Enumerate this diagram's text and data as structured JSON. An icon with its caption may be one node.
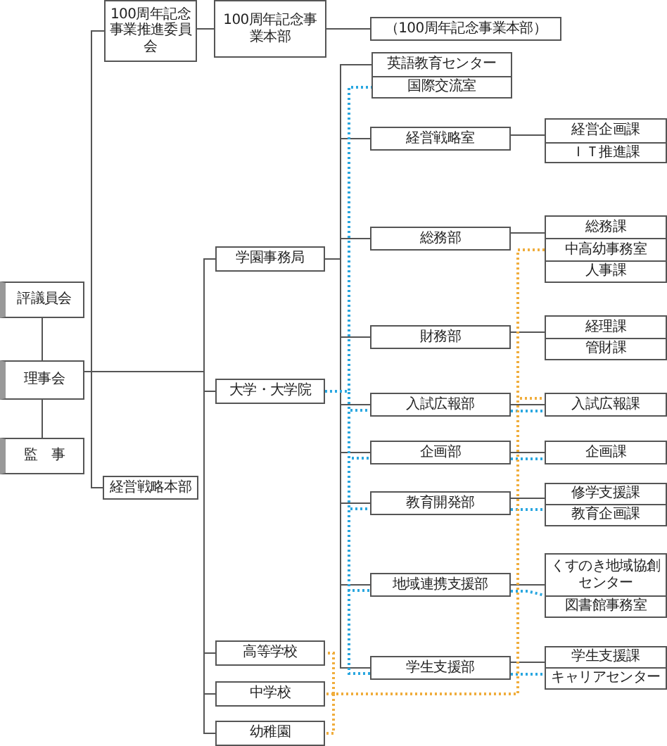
{
  "diagram": {
    "nodes": [
      {
        "text": [
          "評議員会"
        ]
      },
      {
        "text": [
          "理事会"
        ]
      },
      {
        "text": [
          "監　事"
        ]
      },
      {
        "text": [
          "100周年記念事業推進委員会"
        ]
      },
      {
        "text": [
          "100周年記念事業本部"
        ]
      },
      {
        "text": [
          "（100周年記念事業本部）"
        ]
      },
      {
        "text": [
          "経営戦略本部"
        ]
      },
      {
        "text": [
          "学園事務局"
        ]
      },
      {
        "text": [
          "大学・大学院"
        ]
      },
      {
        "text": [
          "高等学校"
        ]
      },
      {
        "text": [
          "中学校"
        ]
      },
      {
        "text": [
          "幼稚園"
        ]
      },
      {
        "text": [
          "英語教育センター"
        ]
      },
      {
        "text": [
          "国際交流室"
        ]
      },
      {
        "text": [
          "経営戦略室"
        ]
      },
      {
        "text": [
          "経営企画課"
        ]
      },
      {
        "text": [
          "ＩＴ推進課"
        ]
      },
      {
        "text": [
          "総務部"
        ]
      },
      {
        "text": [
          "総務課"
        ]
      },
      {
        "text": [
          "中高幼事務室"
        ]
      },
      {
        "text": [
          "人事課"
        ]
      },
      {
        "text": [
          "財務部"
        ]
      },
      {
        "text": [
          "経理課"
        ]
      },
      {
        "text": [
          "管財課"
        ]
      },
      {
        "text": [
          "入試広報部"
        ]
      },
      {
        "text": [
          "入試広報課"
        ]
      },
      {
        "text": [
          "企画部"
        ]
      },
      {
        "text": [
          "企画課"
        ]
      },
      {
        "text": [
          "教育開発部"
        ]
      },
      {
        "text": [
          "修学支援課"
        ]
      },
      {
        "text": [
          "教育企画課"
        ]
      },
      {
        "text": [
          "地域連携支援部"
        ]
      },
      {
        "text": [
          "くすのき地域協創センター"
        ]
      },
      {
        "text": [
          "図書館事務室"
        ]
      },
      {
        "text": [
          "学生支援部"
        ]
      },
      {
        "text": [
          "学生支援課"
        ]
      },
      {
        "text": [
          "キャリアセンター"
        ]
      }
    ],
    "edges": [
      {
        "from": 1,
        "to": 0,
        "arrow": "none"
      },
      {
        "from": 1,
        "to": 2,
        "arrow": "none"
      },
      {
        "from": 1,
        "to": 3,
        "arrow": "none"
      },
      {
        "from": 1,
        "to": 6,
        "arrow": "none"
      },
      {
        "from": 3,
        "to": 4,
        "arrow": "none"
      },
      {
        "from": 4,
        "to": 5,
        "arrow": "none"
      },
      {
        "from": 1,
        "to": 7,
        "arrow": "none"
      },
      {
        "from": 1,
        "to": 8,
        "arrow": "none"
      },
      {
        "from": 1,
        "to": 9,
        "arrow": "none"
      },
      {
        "from": 1,
        "to": 10,
        "arrow": "none"
      },
      {
        "from": 1,
        "to": 11,
        "arrow": "none"
      },
      {
        "from": 7,
        "to": 12,
        "arrow": "none"
      },
      {
        "from": 7,
        "to": 14,
        "arrow": "none"
      },
      {
        "from": 7,
        "to": 17,
        "arrow": "none"
      },
      {
        "from": 7,
        "to": 21,
        "arrow": "none"
      },
      {
        "from": 7,
        "to": 24,
        "arrow": "none"
      },
      {
        "from": 7,
        "to": 26,
        "arrow": "none"
      },
      {
        "from": 7,
        "to": 28,
        "arrow": "none"
      },
      {
        "from": 7,
        "to": 31,
        "arrow": "none"
      },
      {
        "from": 7,
        "to": 34,
        "arrow": "none"
      },
      {
        "from": 14,
        "to": 15,
        "arrow": "none"
      },
      {
        "from": 17,
        "to": 18,
        "arrow": "none"
      },
      {
        "from": 21,
        "to": 22,
        "arrow": "none"
      },
      {
        "from": 24,
        "to": 25,
        "arrow": "none"
      },
      {
        "from": 26,
        "to": 27,
        "arrow": "none"
      },
      {
        "from": 28,
        "to": 29,
        "arrow": "none"
      },
      {
        "from": 31,
        "to": 32,
        "arrow": "none"
      },
      {
        "from": 34,
        "to": 35,
        "arrow": "none"
      },
      {
        "from": 8,
        "to": 13,
        "arrow": "none",
        "style": "dashed",
        "color": "#2aa7e0"
      },
      {
        "from": 8,
        "to": 24,
        "arrow": "none",
        "style": "dashed",
        "color": "#2aa7e0"
      },
      {
        "from": 8,
        "to": 26,
        "arrow": "none",
        "style": "dashed",
        "color": "#2aa7e0"
      },
      {
        "from": 8,
        "to": 28,
        "arrow": "none",
        "style": "dashed",
        "color": "#2aa7e0"
      },
      {
        "from": 8,
        "to": 31,
        "arrow": "none",
        "style": "dashed",
        "color": "#2aa7e0"
      },
      {
        "from": 8,
        "to": 34,
        "arrow": "none",
        "style": "dashed",
        "color": "#2aa7e0"
      },
      {
        "from": 24,
        "to": 25,
        "arrow": "none",
        "style": "dashed",
        "color": "#2aa7e0"
      },
      {
        "from": 26,
        "to": 27,
        "arrow": "none",
        "style": "dashed",
        "color": "#2aa7e0"
      },
      {
        "from": 28,
        "to": 30,
        "arrow": "none",
        "style": "dashed",
        "color": "#2aa7e0"
      },
      {
        "from": 31,
        "to": 33,
        "arrow": "none",
        "style": "dashed",
        "color": "#2aa7e0"
      },
      {
        "from": 34,
        "to": 36,
        "arrow": "none",
        "style": "dashed",
        "color": "#2aa7e0"
      },
      {
        "from": 19,
        "to": 25,
        "arrow": "none",
        "style": "dashed",
        "color": "#f0ad3c"
      },
      {
        "from": 19,
        "to": 9,
        "arrow": "none",
        "style": "dashed",
        "color": "#f0ad3c"
      },
      {
        "from": 19,
        "to": 10,
        "arrow": "none",
        "style": "dashed",
        "color": "#f0ad3c"
      },
      {
        "from": 19,
        "to": 11,
        "arrow": "none",
        "style": "dashed",
        "color": "#f0ad3c"
      }
    ]
  }
}
